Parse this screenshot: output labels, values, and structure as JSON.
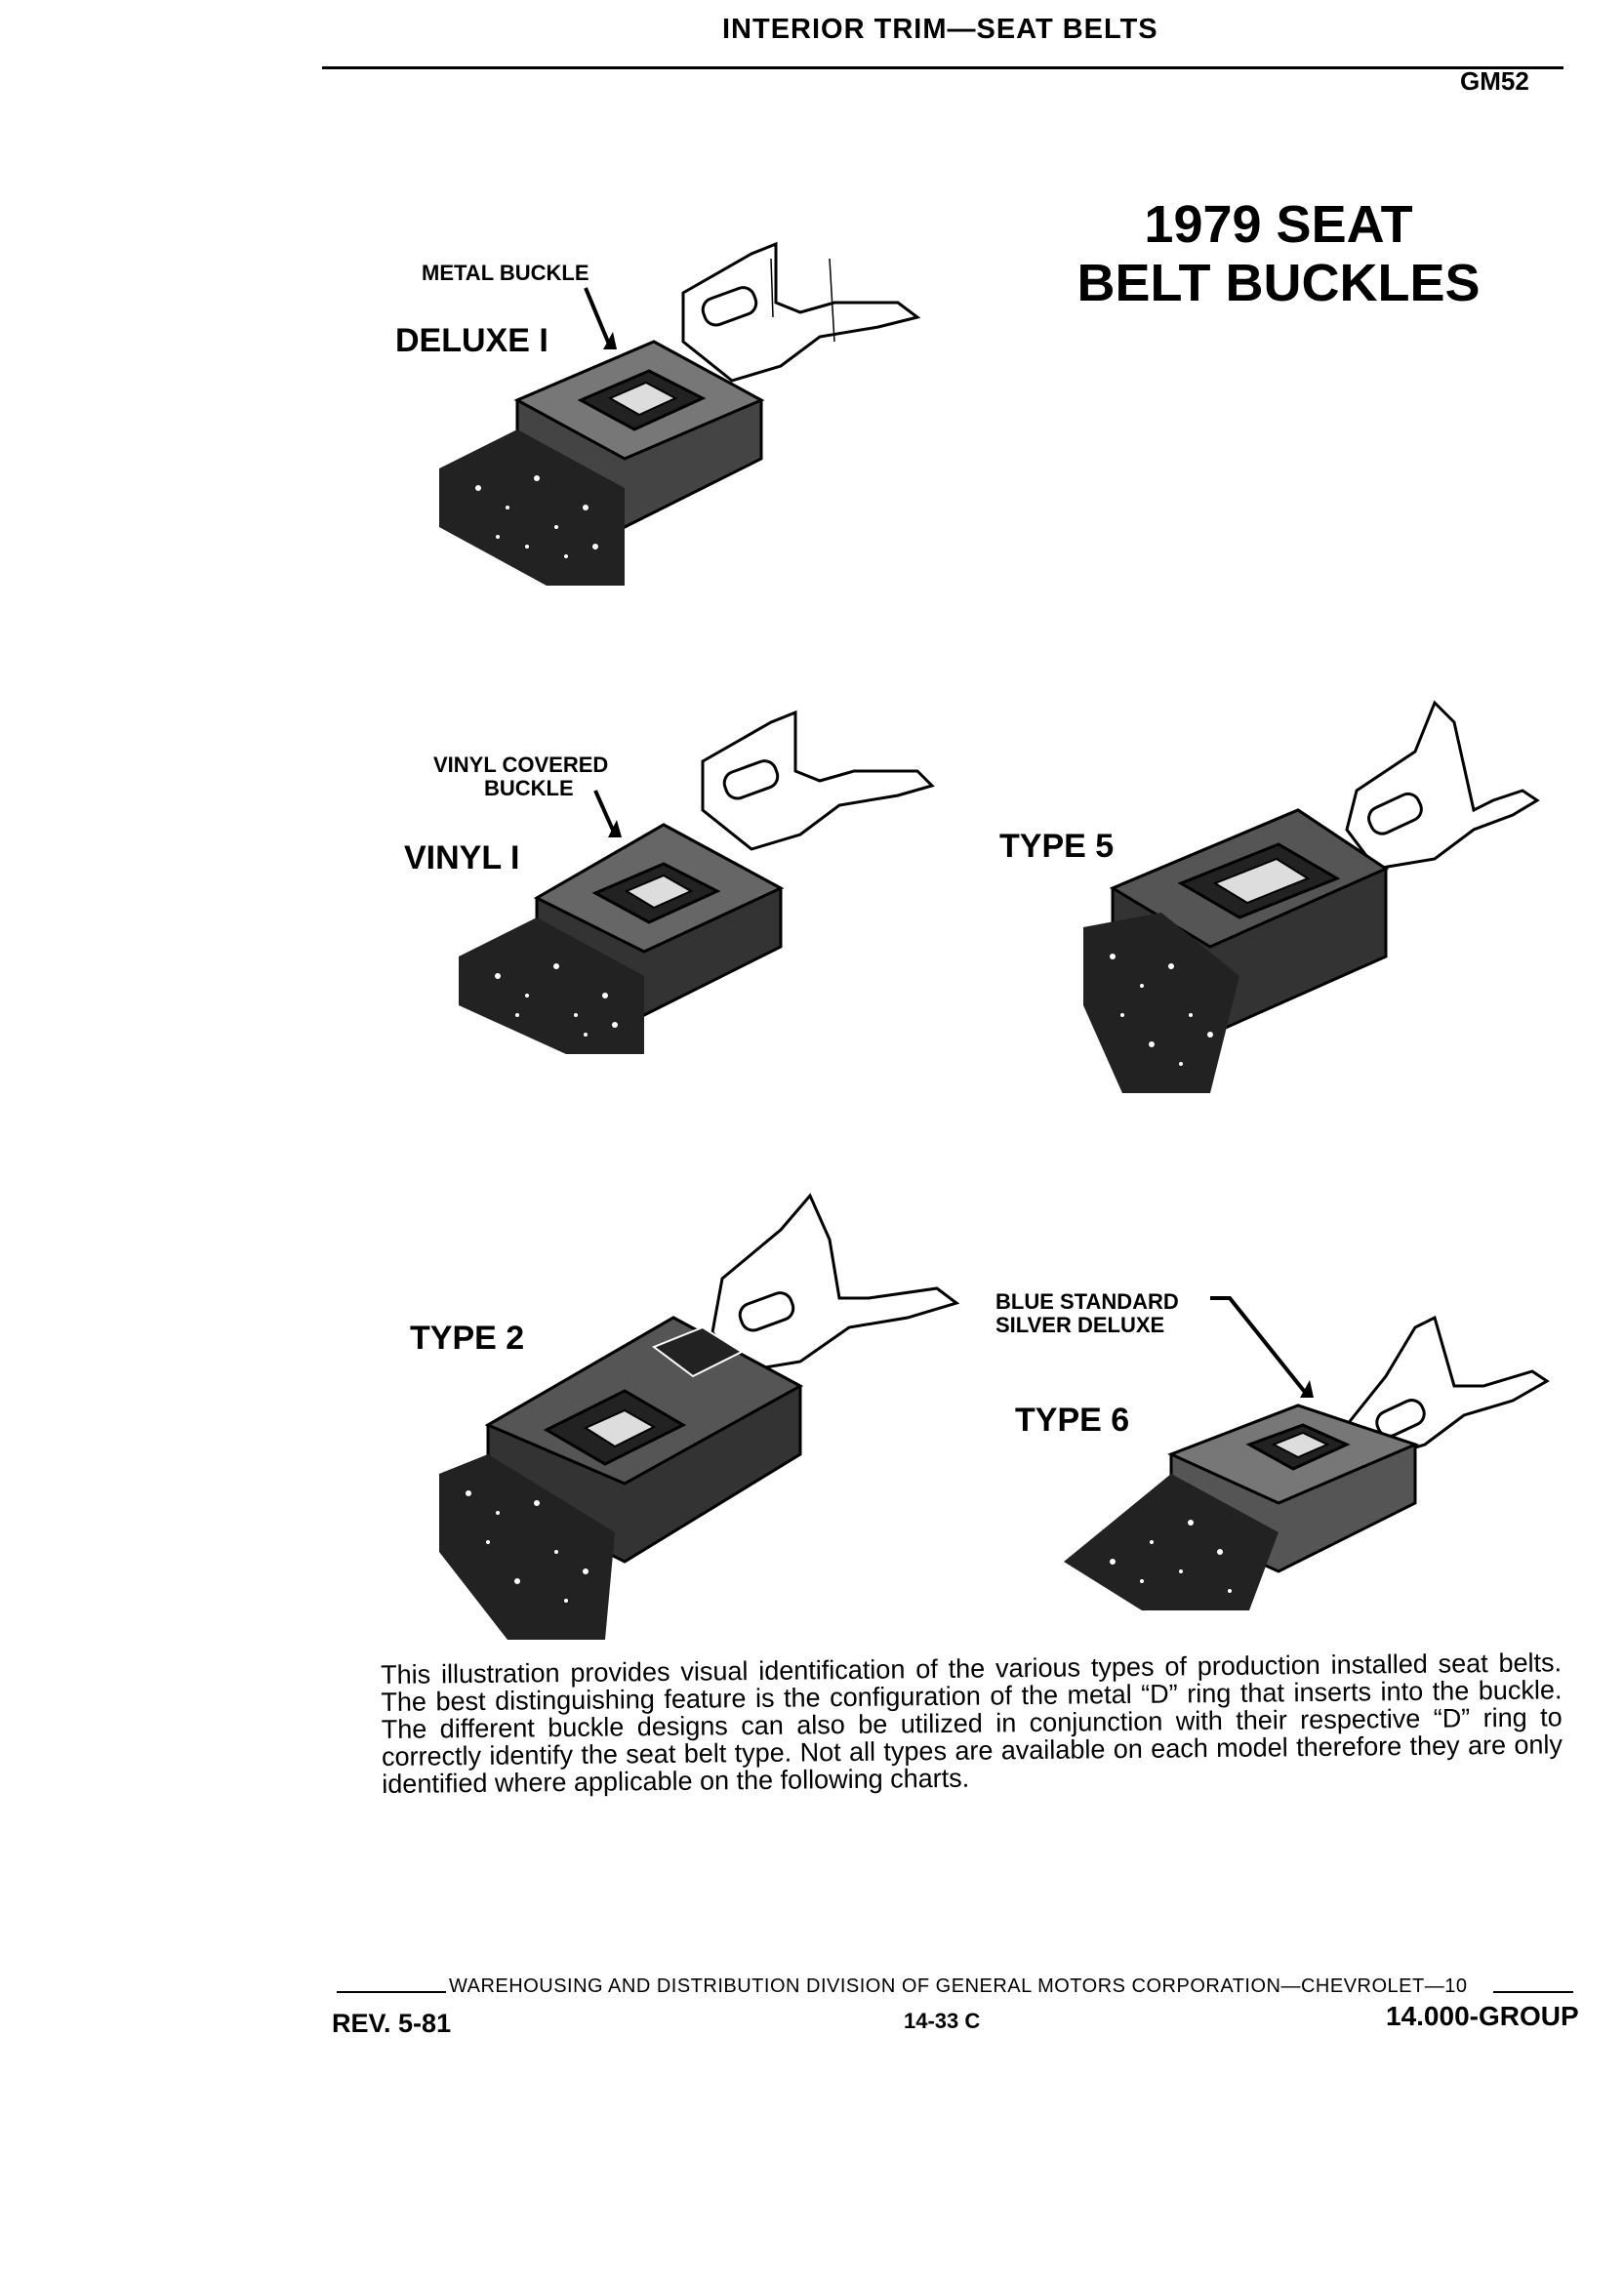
{
  "header": {
    "title": "INTERIOR TRIM—SEAT BELTS",
    "code": "GM52"
  },
  "title": {
    "line1": "1979 SEAT",
    "line2": "BELT BUCKLES"
  },
  "labels": {
    "metal_buckle": "METAL BUCKLE",
    "deluxe_1": "DELUXE I",
    "vinyl_covered_1": "VINYL COVERED",
    "vinyl_covered_2": "BUCKLE",
    "vinyl_1": "VINYL I",
    "type_5": "TYPE 5",
    "type_2": "TYPE 2",
    "blue_standard": "BLUE STANDARD",
    "silver_deluxe": "SILVER DELUXE",
    "type_6": "TYPE 6"
  },
  "caption": "This illustration provides visual identification of the various types of production installed seat belts. The best distinguishing feature is the configuration of the metal “D” ring that inserts into the buckle. The different buckle designs can also be utilized in conjunction with their respective “D” ring to correctly identify the seat belt type. Not all types are available on each model therefore they are only identified where applicable on the following charts.",
  "footer": {
    "division": "WAREHOUSING AND DISTRIBUTION  DIVISION OF GENERAL MOTORS CORPORATION—CHEVROLET—10",
    "rev": "REV. 5-81",
    "page": "14-33  C",
    "group": "14.000-GROUP"
  }
}
